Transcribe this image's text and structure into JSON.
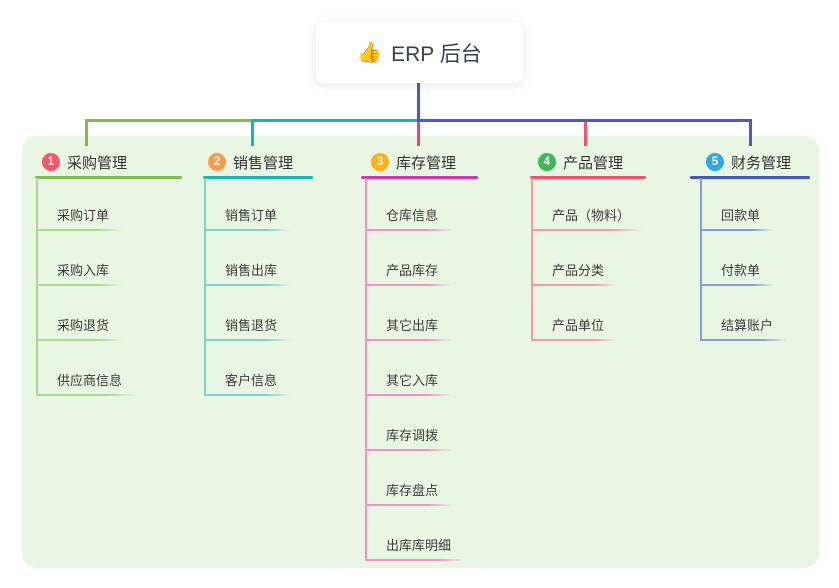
{
  "root": {
    "icon": "👍",
    "label": "ERP 后台"
  },
  "connector_colors": {
    "trunk_blue": "#4A5BC8",
    "branch1_green": "#7FBE4D",
    "branch2_teal": "#14B8AE",
    "branch3_magenta": "#D637AB",
    "branch4_red": "#F4516C",
    "branch5_blue": "#3F58C4"
  },
  "panel_background": "#E9F6E3",
  "branches": [
    {
      "num": "1",
      "label": "采购管理",
      "color": "#7FBE4D",
      "line_tint": "#AFD88D",
      "badge_color": "#F4566E",
      "items": [
        "采购订单",
        "采购入库",
        "采购退货",
        "供应商信息"
      ]
    },
    {
      "num": "2",
      "label": "销售管理",
      "color": "#14B8AE",
      "line_tint": "#7DD2CC",
      "badge_color": "#F99B4E",
      "items": [
        "销售订单",
        "销售出库",
        "销售退货",
        "客户信息"
      ]
    },
    {
      "num": "3",
      "label": "库存管理",
      "color": "#D637AB",
      "line_tint": "#F193C7",
      "badge_color": "#FBB018",
      "items": [
        "仓库信息",
        "产品库存",
        "其它出库",
        "其它入库",
        "库存调拨",
        "库存盘点",
        "出库库明细"
      ]
    },
    {
      "num": "4",
      "label": "产品管理",
      "color": "#F4516C",
      "line_tint": "#F79AA6",
      "badge_color": "#3CB857",
      "items": [
        "产品（物料）",
        "产品分类",
        "产品单位"
      ]
    },
    {
      "num": "5",
      "label": "财务管理",
      "color": "#3F58C4",
      "line_tint": "#8C9BD6",
      "badge_color": "#2FA8E0",
      "items": [
        "回款单",
        "付款单",
        "结算账户"
      ]
    }
  ]
}
